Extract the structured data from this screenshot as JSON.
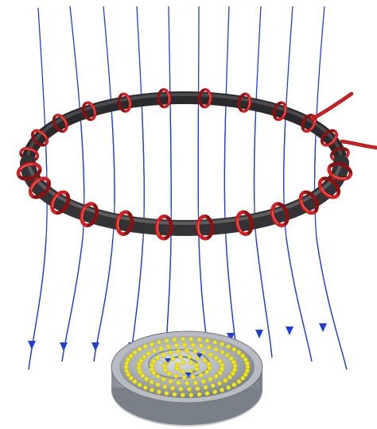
{
  "diagram": {
    "field_lines": {
      "count": 10,
      "direction": "down",
      "color": "#1f3fd6"
    },
    "toroid": {
      "core_color": "#3a3a3c",
      "winding_color": "#d81e1e",
      "turns": 24
    },
    "coin": {
      "rim_color": "#b8bcc2",
      "face_color": "#9aa0a8",
      "dot_color": "#f2e61a"
    }
  }
}
